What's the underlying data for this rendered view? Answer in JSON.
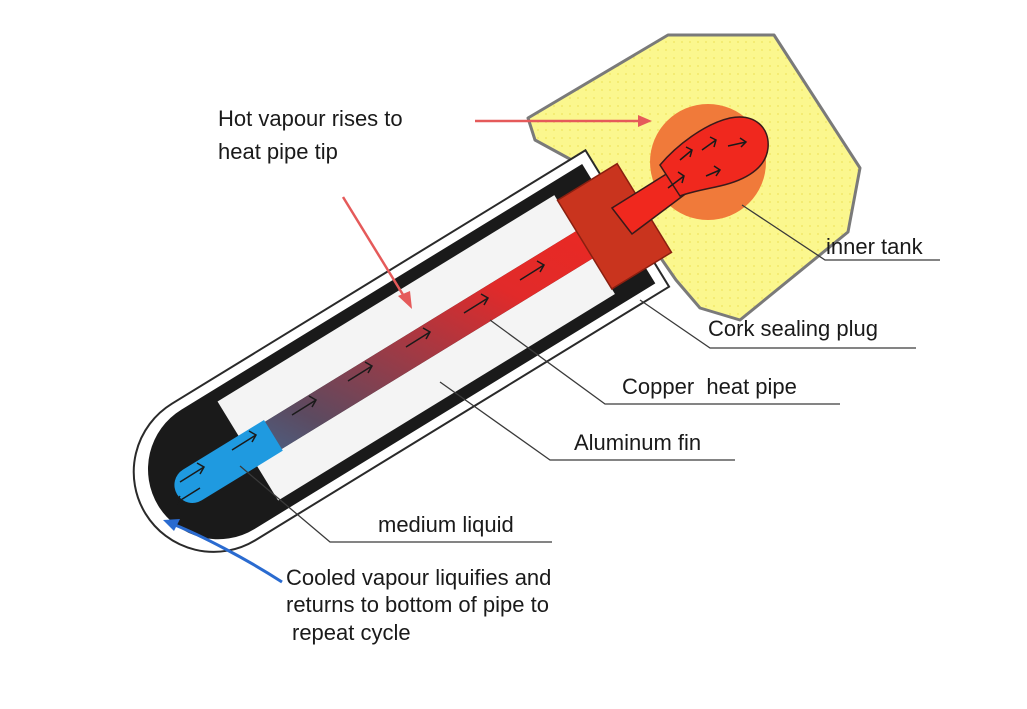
{
  "labels": {
    "hot_vapour_line1": "Hot vapour rises to",
    "hot_vapour_line2": "heat pipe tip",
    "inner_tank": "inner tank",
    "cork_plug": "Cork sealing plug",
    "copper_pipe": "Copper  heat pipe",
    "aluminum_fin": "Aluminum fin",
    "medium_liquid": "medium liquid",
    "cooled_line1": "Cooled vapour liquifies and",
    "cooled_line2": "returns to bottom of pipe to",
    "cooled_line3": "repeat cycle"
  },
  "colors": {
    "tank_fill": "#faf58a",
    "hot": "#f0281e",
    "cold": "#1f9ae0",
    "cork": "#c9341e",
    "bulb": "#f07a3a",
    "tube_dark": "#1a1a1a",
    "fin": "#f4f4f4",
    "pointer": "#e55a5a"
  }
}
